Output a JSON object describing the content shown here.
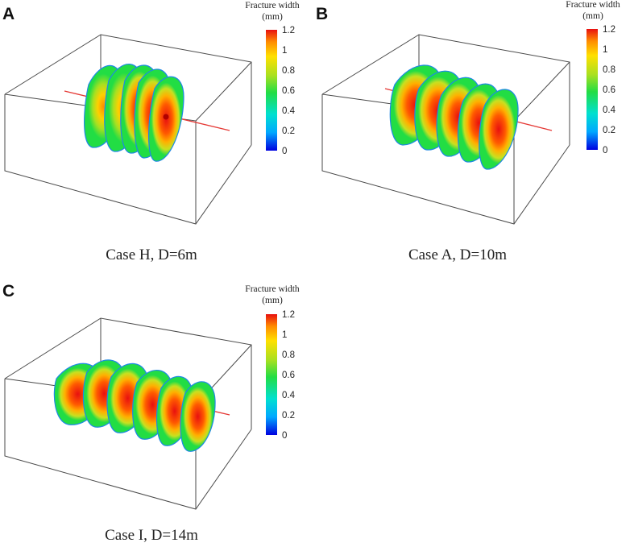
{
  "colorbar": {
    "title_line1": "Fracture width",
    "title_line2": "(mm)",
    "ticks": [
      "1.2",
      "1",
      "0.8",
      "0.6",
      "0.4",
      "0.2",
      "0"
    ],
    "colors": [
      "#0000e0",
      "#00a8ff",
      "#00e0d0",
      "#22dd44",
      "#a8e020",
      "#ffe000",
      "#ff8c00",
      "#e81010"
    ]
  },
  "panels": [
    {
      "letter": "A",
      "caption": "Case H, D=6m"
    },
    {
      "letter": "B",
      "caption": "Case A, D=10m"
    },
    {
      "letter": "C",
      "caption": "Case I, D=14m"
    }
  ]
}
